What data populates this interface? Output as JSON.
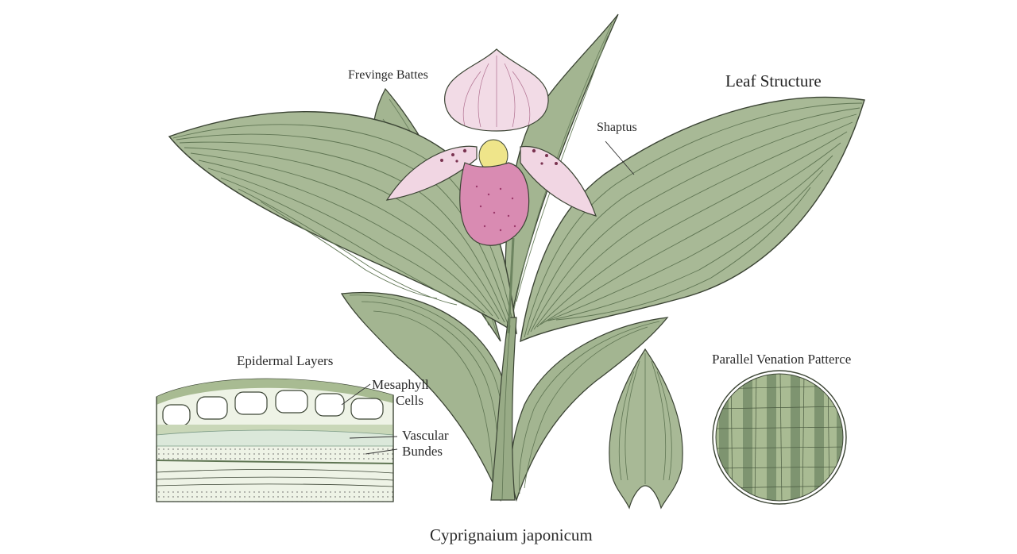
{
  "labels": {
    "flower_callout": "Frevinge Battes",
    "title": "Leaf Structure",
    "leaf_callout": "Shaptus",
    "epidermal": "Epidermal Layers",
    "mesophyll_line1": "Mesaphyll",
    "mesophyll_line2": "Cells",
    "vascular_line1": "Vascular",
    "vascular_line2": "Bundes",
    "venation": "Parallel Venation Patterce",
    "species": "Cyprignaium japonicum"
  },
  "colors": {
    "leaf_fill": "#a8b996",
    "leaf_dark": "#7e9470",
    "vein": "#5f7553",
    "outline": "#3b4434",
    "petal_pink": "#e3a7c3",
    "petal_light": "#f4dce8",
    "lip_pink": "#d77aa8",
    "center_yellow": "#efe58a",
    "cross_green": "#c9d7b8",
    "vascular_band": "#dbe8da"
  }
}
